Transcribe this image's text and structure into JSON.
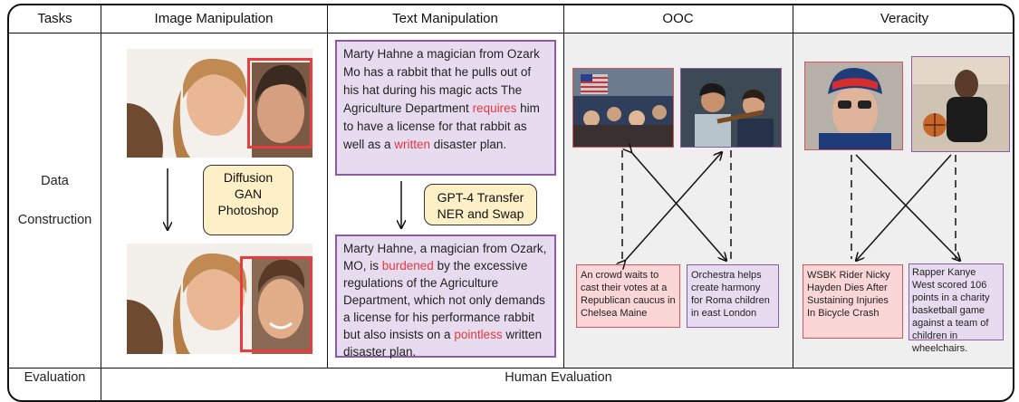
{
  "headers": {
    "tasks": "Tasks",
    "image_manipulation": "Image Manipulation",
    "text_manipulation": "Text Manipulation",
    "ooc": "OOC",
    "veracity": "Veracity"
  },
  "rows": {
    "data_line1": "Data",
    "data_line2": "Construction",
    "evaluation": "Evaluation",
    "human_evaluation": "Human Evaluation"
  },
  "image_manipulation": {
    "methods": [
      "Diffusion",
      "GAN",
      "Photoshop"
    ]
  },
  "text_manipulation": {
    "original": {
      "before_1": "Marty Hahne a magician from Ozark Mo has a rabbit that he pulls out of his hat during his magic acts The Agriculture Department ",
      "highlight_1": "requires",
      "middle": " him to have a license for that rabbit as well as a ",
      "highlight_2": "written",
      "after": " disaster plan."
    },
    "transfer_line1": "GPT-4 Transfer",
    "transfer_line2": "NER and Swap",
    "manipulated": {
      "before_1": "Marty Hahne, a magician from Ozark, MO, is ",
      "highlight_1": "burdened",
      "middle": " by the excessive regulations of the Agriculture Department, which not only demands a license for his performance rabbit but also insists on a ",
      "highlight_2": "pointless",
      "after": " written disaster plan."
    }
  },
  "ooc": {
    "caption_1": "An crowd waits to cast their votes at a Republican caucus in Chelsea Maine",
    "caption_2": "Orchestra helps create harmony for Roma children in east London"
  },
  "veracity": {
    "caption_1": "WSBK Rider Nicky Hayden Dies After Sustaining Injuries In Bicycle Crash",
    "caption_2": "Rapper Kanye West scored 106 points in a charity basketball game against a team of children in wheelchairs."
  },
  "colors": {
    "highlight": "#e6383f",
    "purple_border": "#8e5aa5",
    "purple_fill": "#e7dcef",
    "red_border": "#d4565a",
    "red_fill": "#fad6d6",
    "yellow_fill": "#fdf0c6"
  }
}
